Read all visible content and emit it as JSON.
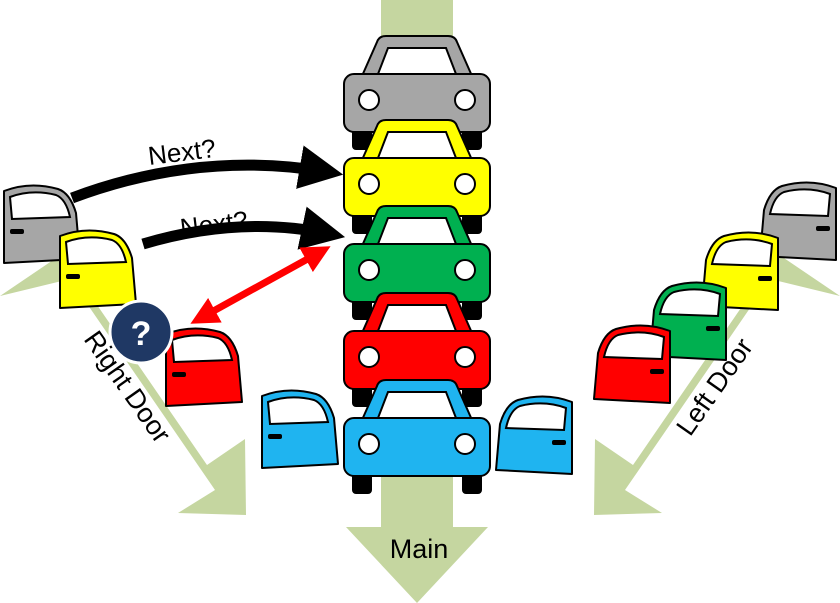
{
  "labels": {
    "main": "Main",
    "right_door": "Right Door",
    "left_door": "Left Door",
    "next_1": "Next?",
    "next_2": "Next?",
    "question": "?"
  },
  "colors": {
    "lane": "#c5d6a0",
    "gray": "#a6a6a6",
    "yellow": "#ffff00",
    "green": "#00b050",
    "red": "#ff0000",
    "blue": "#1fb4f0",
    "tire": "#000000",
    "arrow_black": "#000000",
    "arrow_red": "#ff0000",
    "question_bg": "#1f3864"
  }
}
